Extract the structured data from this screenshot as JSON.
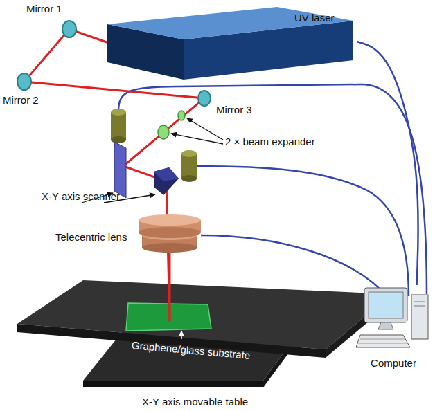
{
  "diagram": {
    "nodes": [
      {
        "text": [
          "UV laser"
        ]
      },
      {
        "text": [
          "Computer"
        ]
      }
    ],
    "edges": [
      {
        "from": 0,
        "to": 1,
        "arrow": "none"
      }
    ],
    "labels": [
      "Mirror 1",
      "Mirror 2",
      "Mirror 3",
      "2 × beam expander",
      "X-Y axis scanner",
      "Telecentric lens",
      "Graphene/glass substrate",
      "X-Y axis movable table"
    ]
  }
}
